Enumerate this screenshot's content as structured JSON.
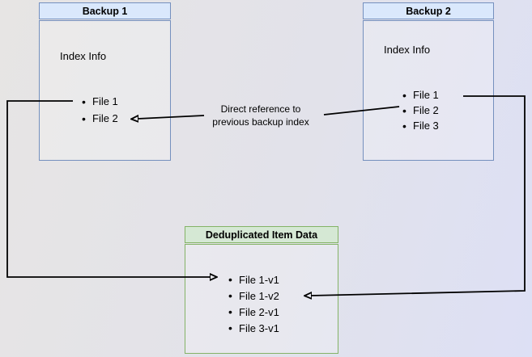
{
  "colors": {
    "background_from": "#e7e5e4",
    "background_to": "#dde0f5",
    "blue_fill": "#dae8fc",
    "blue_border": "#7590be",
    "green_fill": "#d5e8d4",
    "green_border": "#84b366",
    "arrow_line": "#000000"
  },
  "backup1": {
    "title": "Backup 1",
    "index_label": "Index Info",
    "files": [
      "File 1",
      "File 2"
    ]
  },
  "backup2": {
    "title": "Backup 2",
    "index_label": "Index Info",
    "files": [
      "File 1",
      "File 2",
      "File 3"
    ]
  },
  "dedup": {
    "title": "Deduplicated Item Data",
    "files": [
      "File 1-v1",
      "File 1-v2",
      "File 2-v1",
      "File 3-v1"
    ]
  },
  "edge_label": {
    "line1": "Direct reference to",
    "line2": "previous backup index"
  }
}
